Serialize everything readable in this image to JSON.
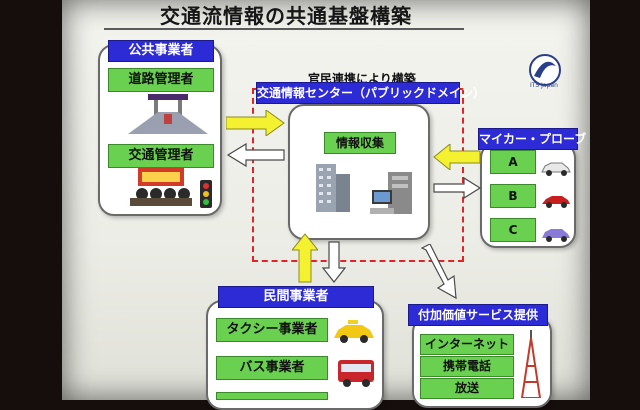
{
  "slide": {
    "title": "交通流情報の共通基盤構築",
    "logo_text": "ITS Japan",
    "public_sector": {
      "header": "公共事業者",
      "items": [
        "道路管理者",
        "交通管理者"
      ]
    },
    "collaboration_label": "官民連携により構築",
    "center": {
      "header": "交通情報センター（パブリックドメイン）",
      "collect_label": "情報収集"
    },
    "probe": {
      "header": "マイカー・プローブ",
      "items": [
        "A",
        "B",
        "C"
      ]
    },
    "private_sector": {
      "header": "民間事業者",
      "items": [
        "タクシー事業者",
        "バス事業者"
      ]
    },
    "value_added": {
      "header": "付加価値サービス提供",
      "items": [
        "インターネット",
        "携帯電話",
        "放送"
      ]
    },
    "colors": {
      "header_blue": "#2d2bd6",
      "item_green": "#69d14f",
      "arrow_yellow": "#f4f230",
      "dashed_red": "#e0242a"
    }
  }
}
